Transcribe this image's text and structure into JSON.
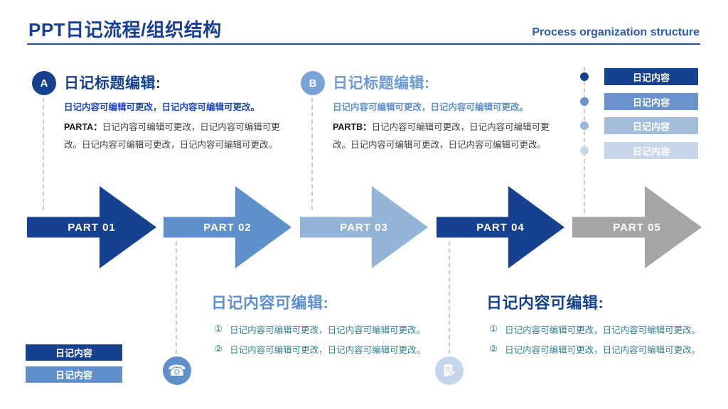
{
  "header": {
    "title": "PPT日记流程/组织结构",
    "subtitle": "Process organization structure"
  },
  "sections": {
    "a": {
      "badge": "A",
      "heading": "日记标题编辑:",
      "highlight": "日记内容可编辑可更改，日记内容可编辑可更改。",
      "part_label": "PARTA：",
      "body": "日记内容可编辑可更改，日记内容可编辑可更改。日记内容可编辑可更改，日记内容可编辑可更改。"
    },
    "b": {
      "badge": "B",
      "heading": "日记标题编辑:",
      "highlight": "日记内容可编辑可更改，日记内容可编辑可更改。",
      "part_label": "PARTB：",
      "body": "日记内容可编辑可更改，日记内容可编辑可更改。日记内容可编辑可更改，日记内容可编辑可更改。"
    }
  },
  "process": {
    "arrows": [
      {
        "label": "PART 01",
        "color": "#16418e"
      },
      {
        "label": "PART 02",
        "color": "#6090cc"
      },
      {
        "label": "PART 03",
        "color": "#93b4d7"
      },
      {
        "label": "PART 04",
        "color": "#16418e"
      },
      {
        "label": "PART 05",
        "color": "#a6a6a6"
      }
    ]
  },
  "timeline": {
    "items": [
      {
        "label": "日记内容",
        "color": "#16418e",
        "dot": "#16418e"
      },
      {
        "label": "日记内容",
        "color": "#6a92cc",
        "dot": "#6a92cc"
      },
      {
        "label": "日记内容",
        "color": "#a3bdda",
        "dot": "#9cb9d9"
      },
      {
        "label": "日记内容",
        "color": "#c8d6ea",
        "dot": "#c8d6ea"
      }
    ]
  },
  "notes_middle": {
    "heading": "日记内容可编辑:",
    "items": [
      {
        "num": "①",
        "text": "日记内容可编辑可更改，日记内容可编辑可更改。"
      },
      {
        "num": "②",
        "text": "日记内容可编辑可更改，日记内容可编辑可更改。"
      }
    ]
  },
  "notes_right": {
    "heading": "日记内容可编辑:",
    "items": [
      {
        "num": "①",
        "text": "日记内容可编辑可更改，日记内容可编辑可更改。"
      },
      {
        "num": "②",
        "text": "日记内容可编辑可更改，日记内容可编辑可更改。"
      }
    ]
  },
  "legend_buttons": [
    {
      "label": "日记内容",
      "color": "#16418e"
    },
    {
      "label": "日记内容",
      "color": "#6090cc"
    }
  ],
  "icons": {
    "phone": {
      "glyph": "☎",
      "circle_color": "#6090cc"
    },
    "edit": {
      "circle_color": "#c5d5ec"
    }
  }
}
